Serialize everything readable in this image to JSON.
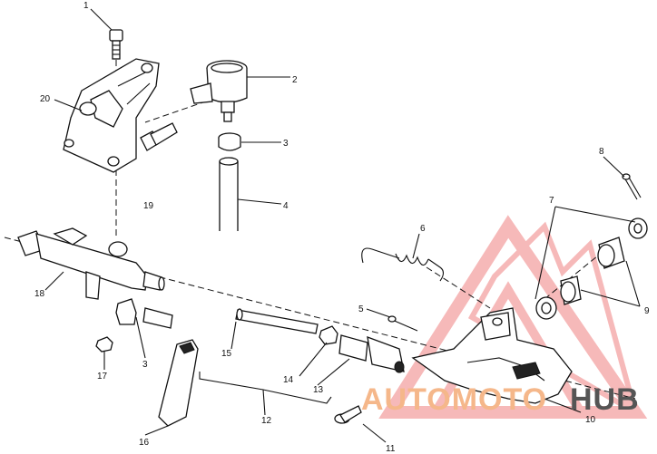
{
  "labels": {
    "l1": "1",
    "l2": "2",
    "l3": "3",
    "l4": "4",
    "l5": "5",
    "l6": "6",
    "l7": "7",
    "l8": "8",
    "l9": "9",
    "l10": "10",
    "l11": "11",
    "l12": "12",
    "l13": "13",
    "l14": "14",
    "l15": "15",
    "l16": "16",
    "l17": "17",
    "l18": "18",
    "l19": "19",
    "l20": "20",
    "l3b": "3"
  },
  "watermark": {
    "text_a": "AUTOMOTO",
    "text_b": "HUB",
    "color_a": "#f5b78a",
    "color_b": "#555555",
    "logo_color": "#f08080"
  }
}
